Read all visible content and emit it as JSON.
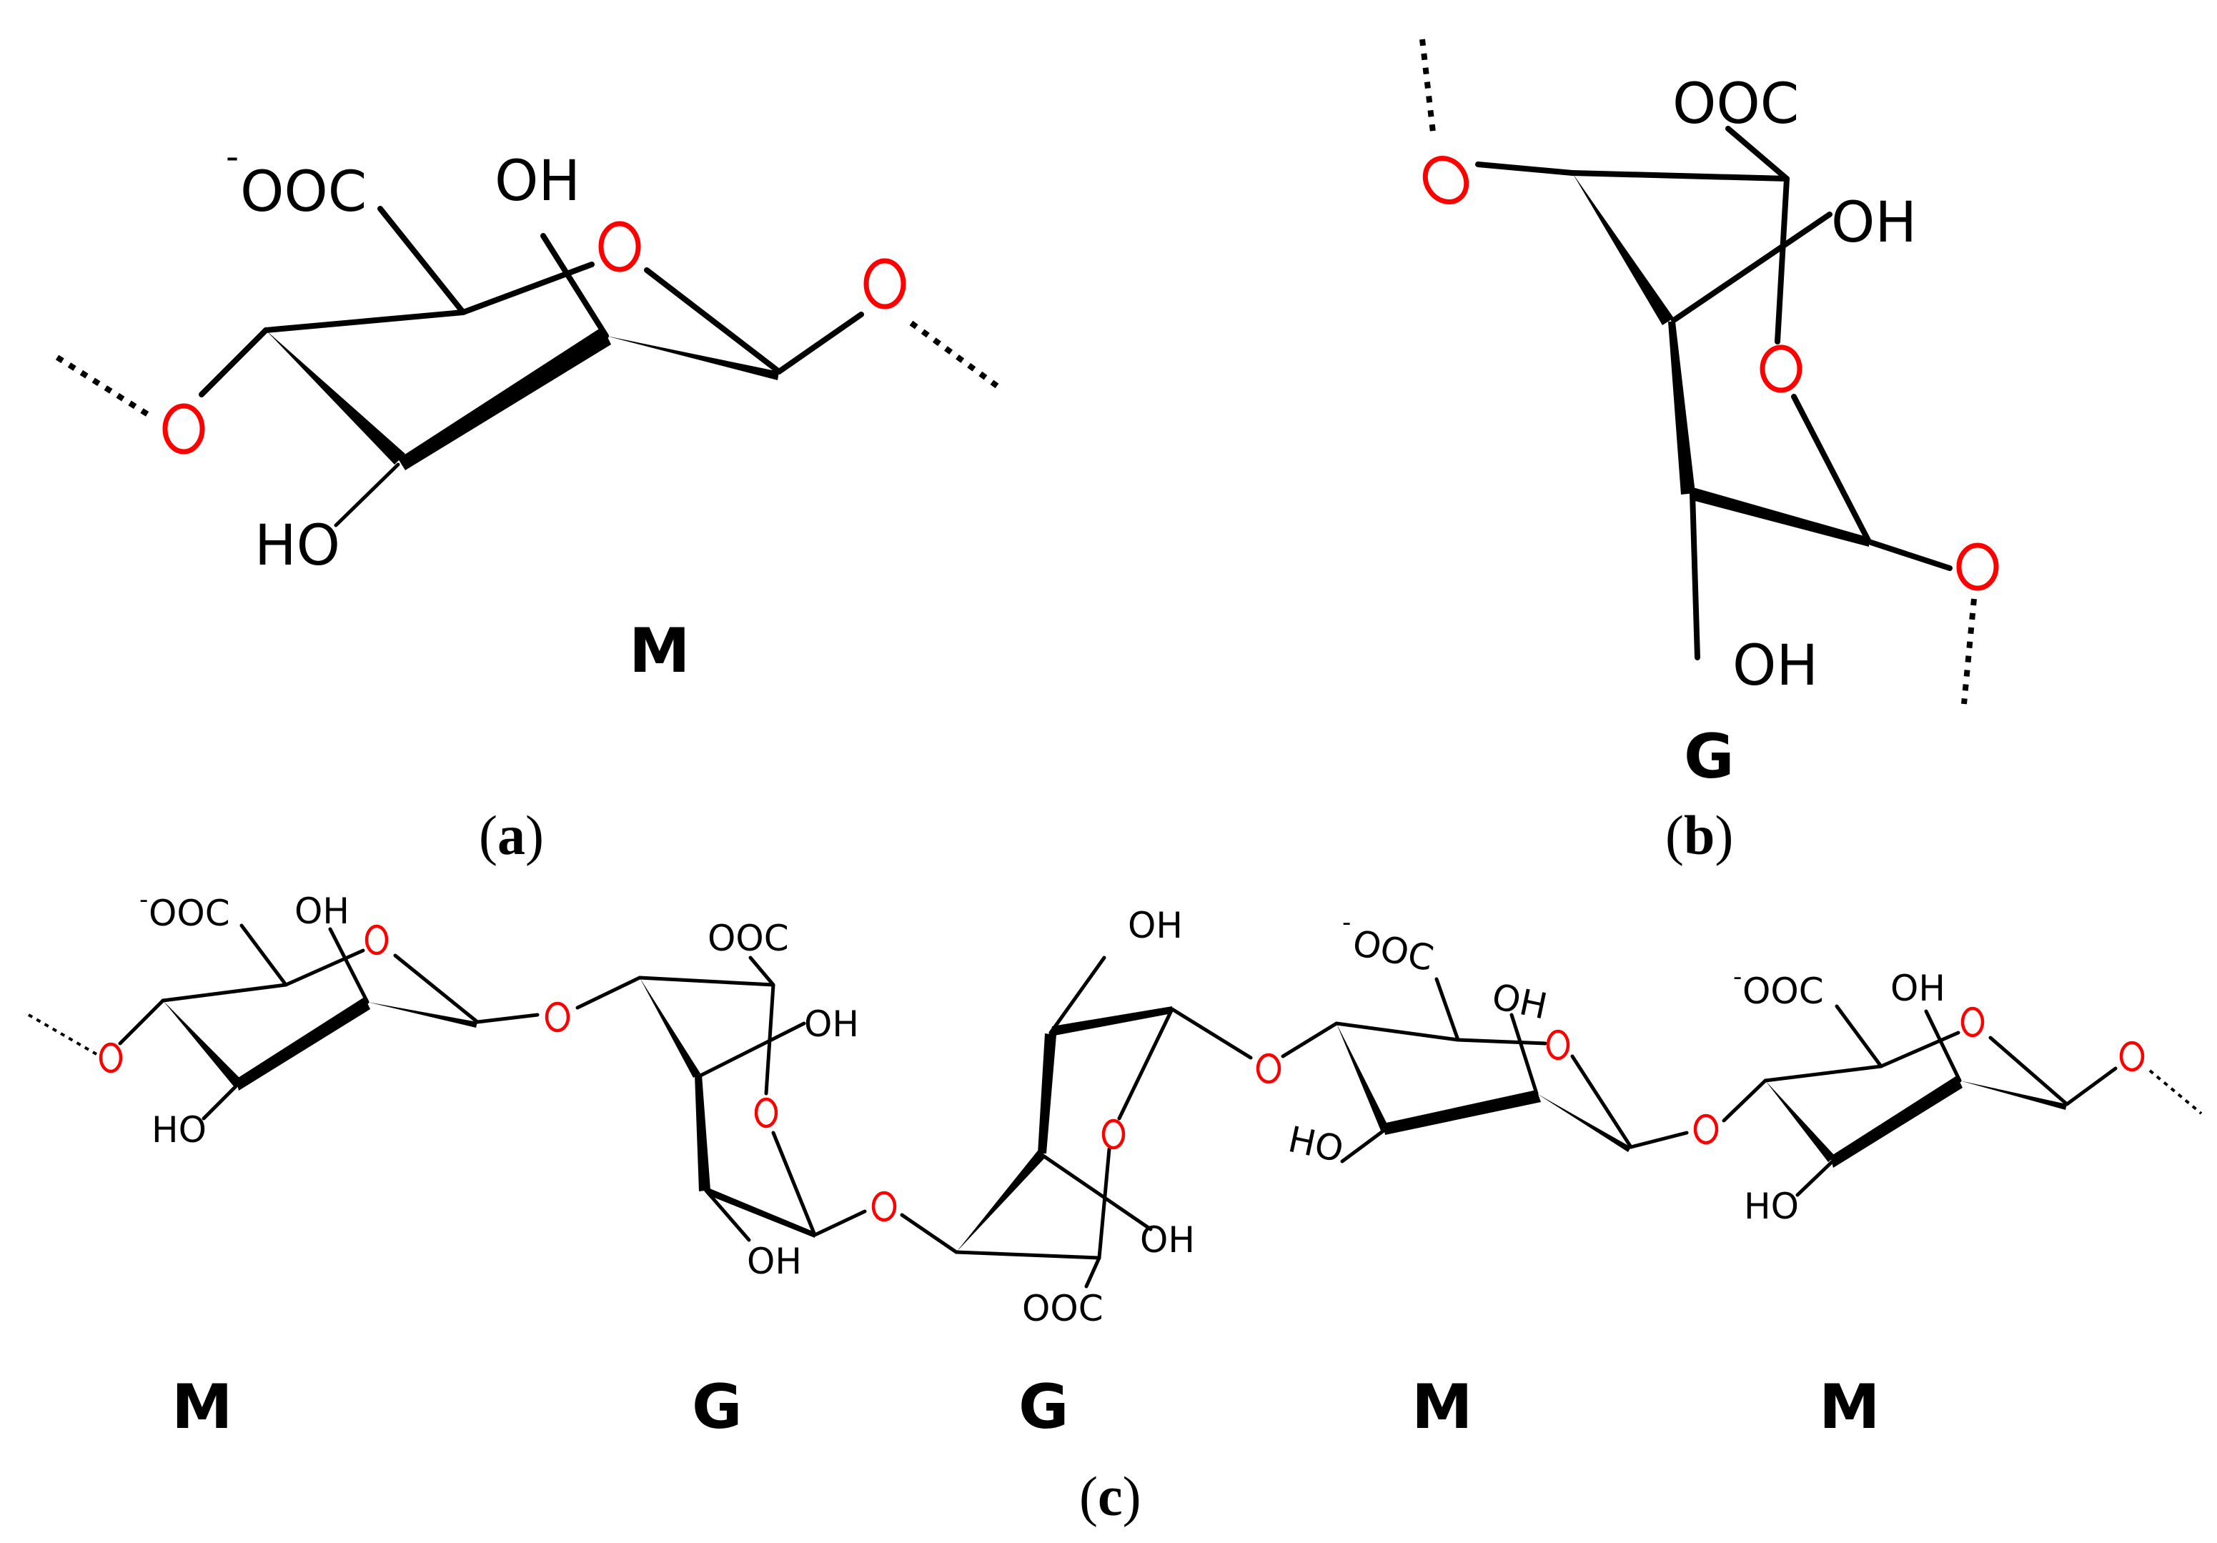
{
  "colors": {
    "ink": "#000000",
    "oxygen": "#ff0000",
    "background": "#ffffff"
  },
  "atoms": {
    "carboxylate": "OOC",
    "charge": "-",
    "hydroxyl_right": "OH",
    "hydroxyl_left": "HO"
  },
  "units": {
    "mannuronate": "M",
    "guluronate": "G"
  },
  "panels": {
    "a": {
      "label": "a",
      "unit": "M"
    },
    "b": {
      "label": "b",
      "unit": "G"
    },
    "c": {
      "label": "c",
      "sequence": [
        "M",
        "G",
        "G",
        "M",
        "M"
      ]
    }
  }
}
